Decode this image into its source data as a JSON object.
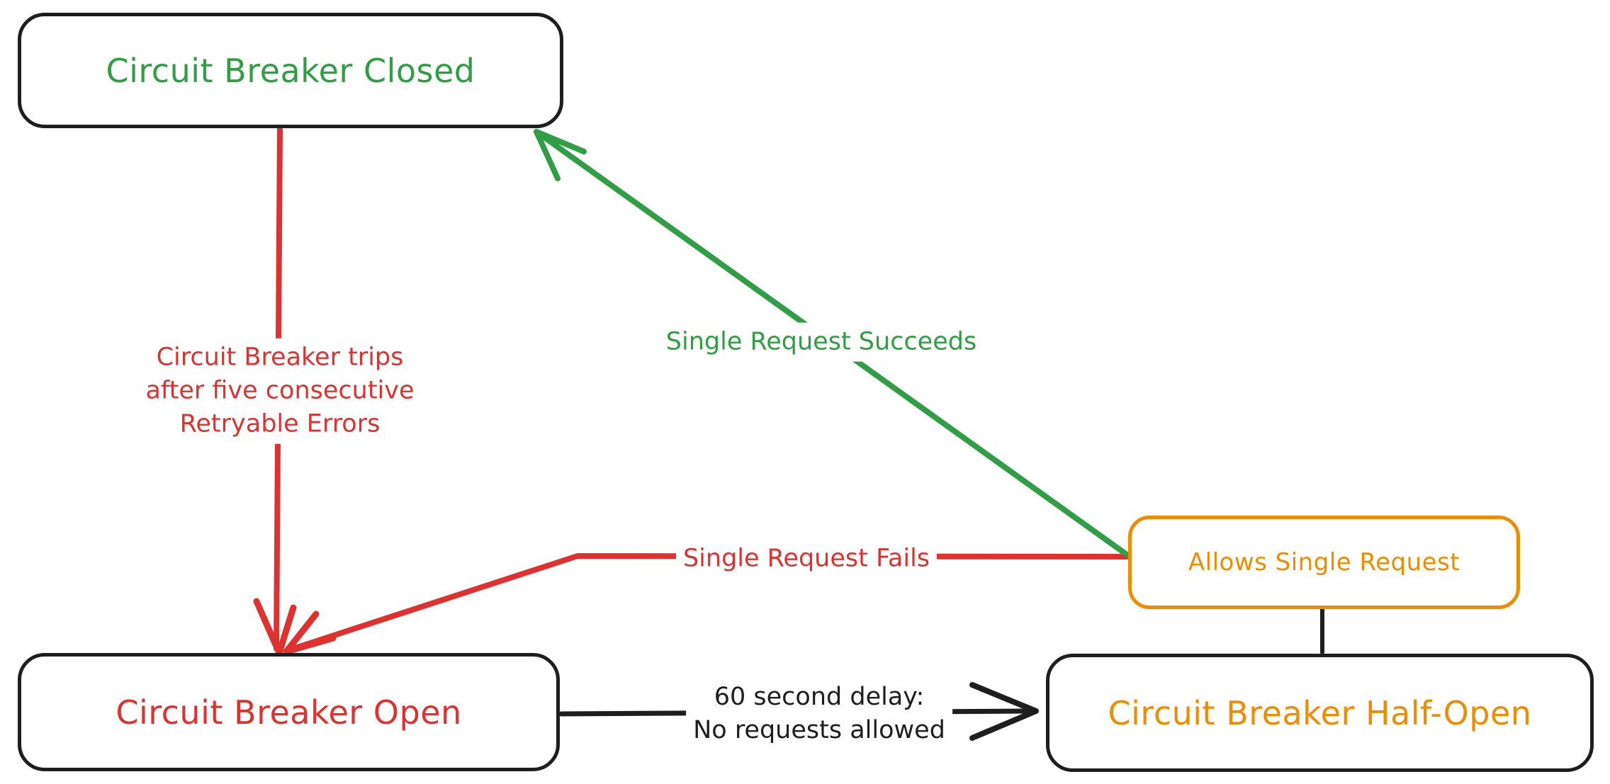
{
  "diagram": {
    "type": "state-diagram",
    "subject": "circuit-breaker-pattern",
    "colors": {
      "green": "#2f9e44",
      "red": "#e03131",
      "orange": "#f08c00",
      "black": "#1e1e1e",
      "background": "#ffffff"
    },
    "nodes": {
      "closed": {
        "label": "Circuit Breaker Closed",
        "text_color": "#2f9e44",
        "border_color": "#1e1e1e"
      },
      "open": {
        "label": "Circuit Breaker Open",
        "text_color": "#e03131",
        "border_color": "#1e1e1e"
      },
      "half_open": {
        "label": "Circuit Breaker Half-Open",
        "text_color": "#f08c00",
        "border_color": "#1e1e1e"
      },
      "allows_single": {
        "label": "Allows Single Request",
        "text_color": "#f08c00",
        "border_color": "#f08c00"
      }
    },
    "edges": {
      "trip": {
        "from": "closed",
        "to": "open",
        "color": "#e03131",
        "label_line1": "Circuit Breaker trips",
        "label_line2": "after five consecutive",
        "label_line3": "Retryable Errors"
      },
      "succeed": {
        "from": "allows_single",
        "to": "closed",
        "color": "#2f9e44",
        "label": "Single Request Succeeds"
      },
      "fail": {
        "from": "allows_single",
        "to": "open",
        "color": "#e03131",
        "label": "Single Request Fails"
      },
      "delay": {
        "from": "open",
        "to": "half_open",
        "color": "#1e1e1e",
        "label_line1": "60 second delay:",
        "label_line2": "No requests allowed"
      },
      "connector": {
        "from": "half_open",
        "to": "allows_single",
        "color": "#1e1e1e",
        "label": ""
      }
    }
  }
}
